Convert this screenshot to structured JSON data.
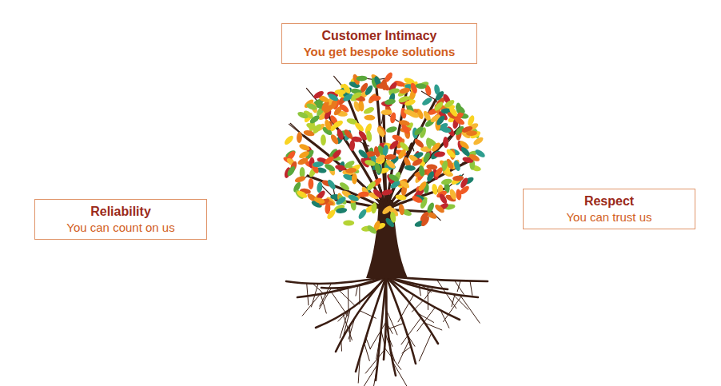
{
  "diagram": {
    "nodes": [
      {
        "text": [
          "Customer Intimacy",
          "You get bespoke solutions"
        ]
      },
      {
        "text": [
          "Reliability",
          "You can count on us"
        ]
      },
      {
        "text": [
          "Respect",
          "You can trust us"
        ]
      }
    ]
  }
}
